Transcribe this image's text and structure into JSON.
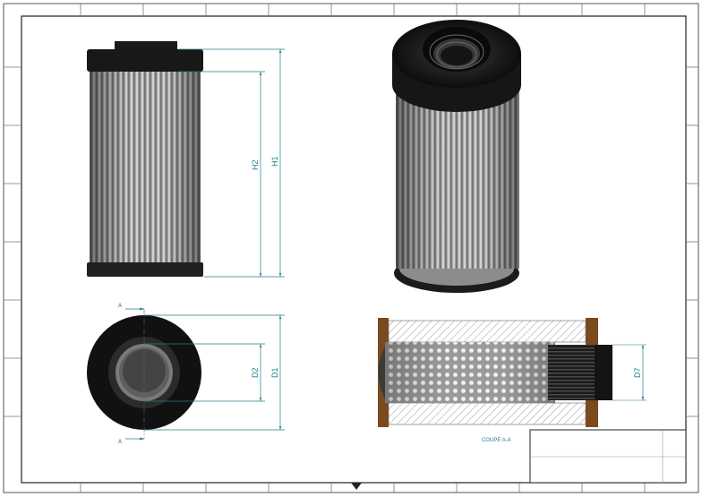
{
  "dimensions": {
    "h1": "H1",
    "h2": "H2",
    "d1": "D1",
    "d2": "D2",
    "d7": "D7"
  },
  "section_marker": "A",
  "section_caption": "COUPE A-A",
  "colors": {
    "dimension": "#1f7f86",
    "frame": "#333333",
    "cap": "#1b1b1b"
  }
}
